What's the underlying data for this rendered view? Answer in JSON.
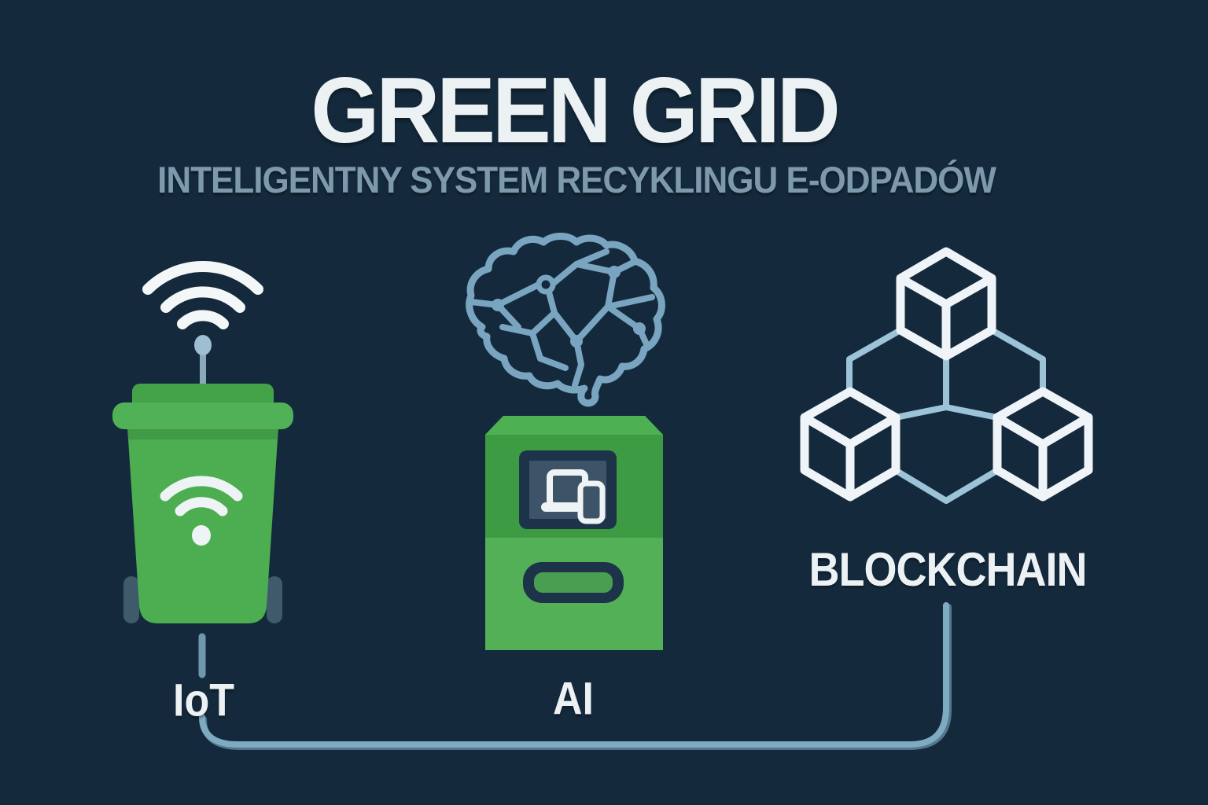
{
  "header": {
    "title": "GREEN GRID",
    "subtitle": "INTELIGENTNY SYSTEM RECYKLINGU E-ODPADÓW"
  },
  "nodes": {
    "iot": {
      "label": "IoT",
      "icons": [
        "wifi-antenna-icon",
        "smart-bin-icon",
        "wifi-signal-icon"
      ]
    },
    "ai": {
      "label": "AI",
      "icons": [
        "neural-brain-icon",
        "recycling-kiosk-icon",
        "devices-screen-icon"
      ]
    },
    "blockchain": {
      "label": "BLOCKCHAIN",
      "icons": [
        "blockchain-cubes-icon"
      ]
    }
  },
  "connector": {
    "description": "routed line linking IoT, bottom rail and BLOCKCHAIN"
  },
  "colors": {
    "background": "#142a3c",
    "title": "#ecf1f4",
    "subtitle": "#7e99ab",
    "label": "#ecf1f4",
    "green_main": "#4cae50",
    "green_lid": "#44a349",
    "green_rim": "#51b156",
    "green_band": "#419a46",
    "green_kiosk_upper": "#3d9b44",
    "green_kiosk_lower": "#53b057",
    "green_kiosk_bevel": "#4db153",
    "slate_wheel": "#3f5a6b",
    "screen_border": "#1d3349",
    "screen_inner": "#3d5468",
    "slot_inner": "#4a9e52",
    "icon_white": "#eef3f5",
    "wifi_white": "#f3f7f8",
    "antenna_blue": "#9dbfd1",
    "brain_blue": "#7aa5c0",
    "cube_white": "#eff4f8",
    "connector_blue": "#9cc3d7",
    "line_blue": "#7fabc2",
    "line_shadow": "#53778c"
  }
}
